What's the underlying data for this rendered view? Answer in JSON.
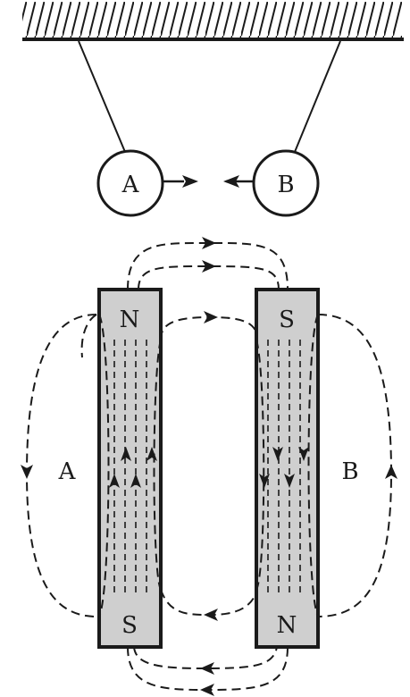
{
  "spheres": {
    "left": {
      "label": "A"
    },
    "right": {
      "label": "B"
    }
  },
  "magnets": {
    "left": {
      "top_pole": "N",
      "bottom_pole": "S",
      "field_region_label": "A"
    },
    "right": {
      "top_pole": "S",
      "bottom_pole": "N",
      "field_region_label": "B"
    }
  },
  "colors": {
    "ink": "#1a1a1a",
    "magnet_fill": "#cfcfcf",
    "background": "#ffffff"
  }
}
